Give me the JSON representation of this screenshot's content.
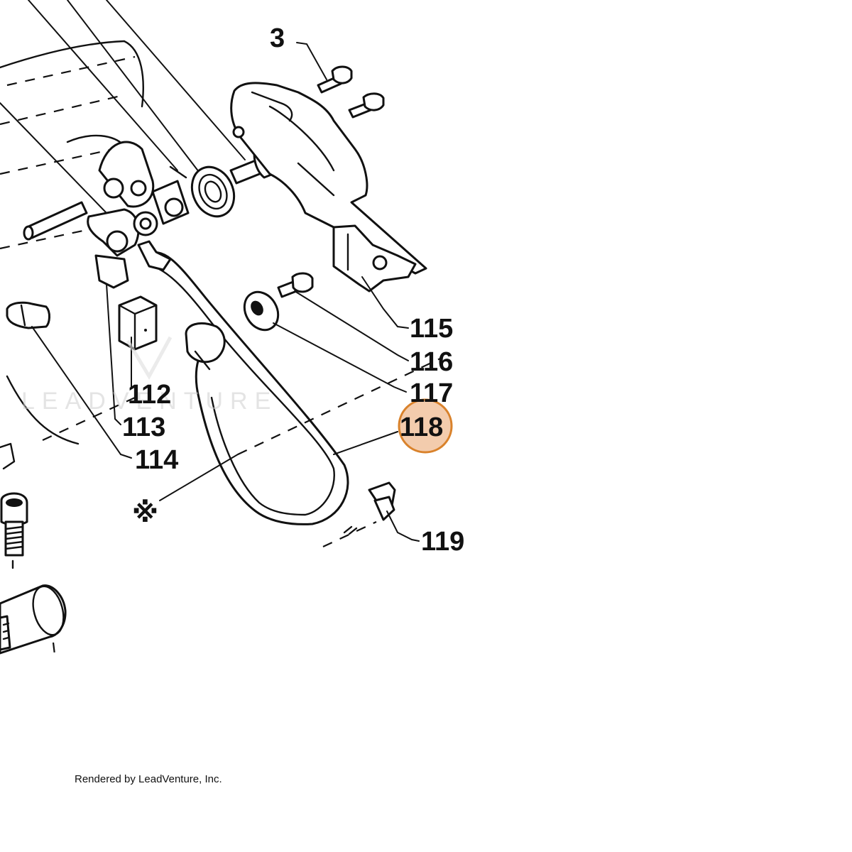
{
  "diagram": {
    "callouts": {
      "c3": "3",
      "c112": "112",
      "c113": "113",
      "c114": "114",
      "c115": "115",
      "c116": "116",
      "c117": "117",
      "c118": "118",
      "c119": "119",
      "asterisk": "※"
    },
    "highlighted_callout": "118",
    "highlight_color": "#e9a36a",
    "watermark": "LEADVENTURE",
    "footer": "Rendered by LeadVenture, Inc."
  }
}
